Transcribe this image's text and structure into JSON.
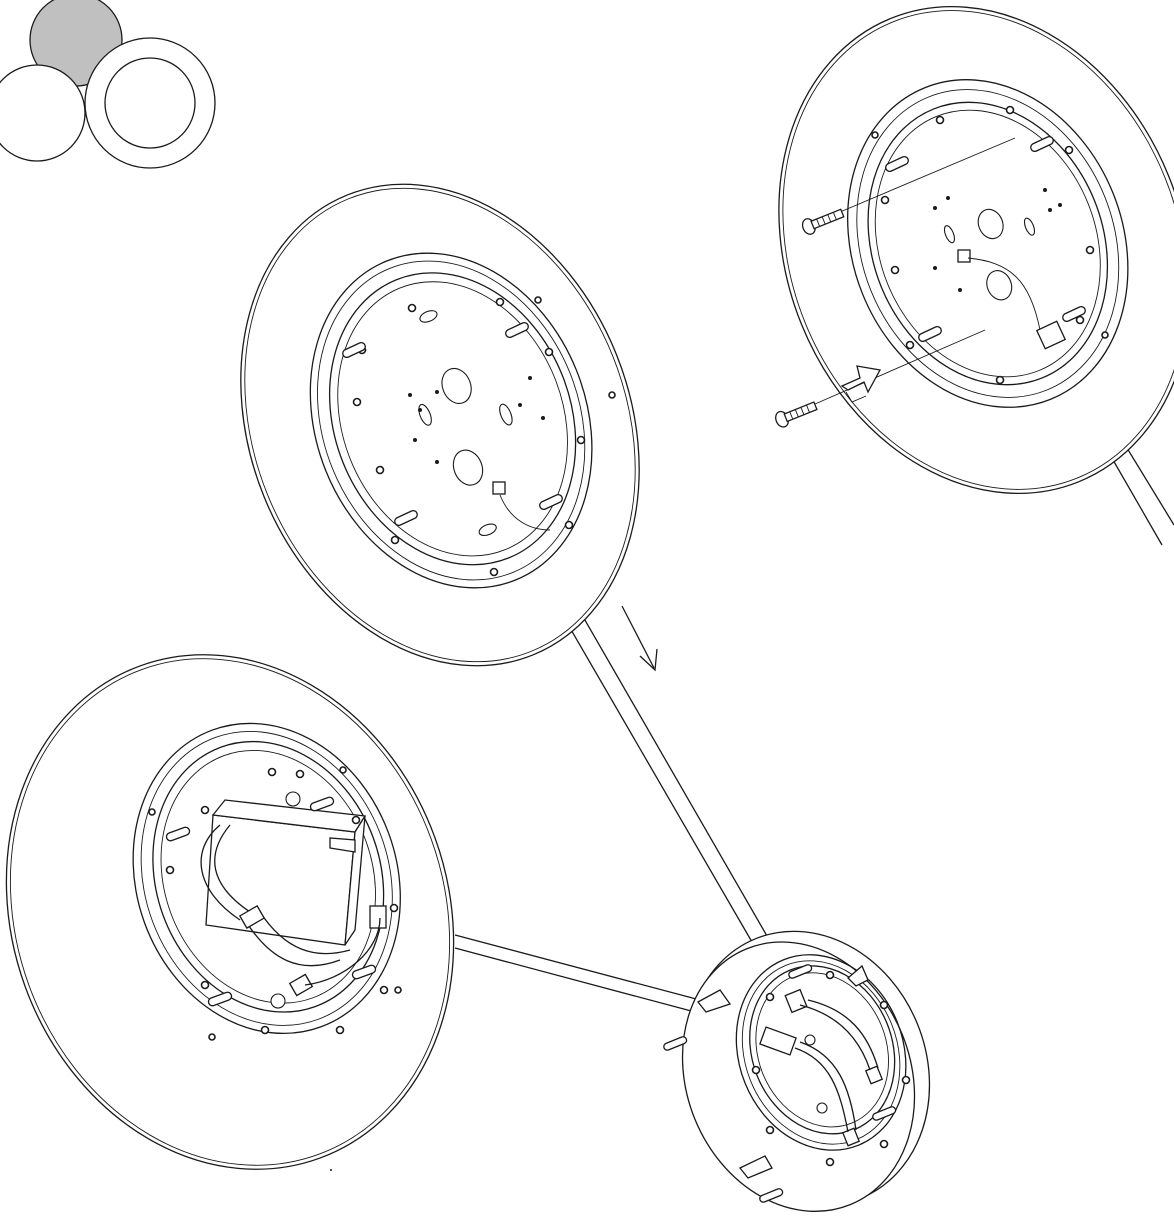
{
  "diagram": {
    "kind": "assembly-instruction",
    "style": "black line art on white",
    "colors": {
      "line": "#1a1a1a",
      "background": "#ffffff",
      "indicator_active": "#c0c0c0",
      "indicator_inactive": "#ffffff"
    },
    "step_indicator": {
      "circles": 3,
      "active_circle": "top",
      "icon": "three-circle-step-icon"
    },
    "views": [
      {
        "id": "ceiling-plate-top",
        "icon": "ceiling-plate-icon"
      },
      {
        "id": "ceiling-plate-with-screws",
        "icon": "screw-mount-icon"
      },
      {
        "id": "driver-housing-left",
        "icon": "driver-box-icon"
      },
      {
        "id": "canopy-bottom-right",
        "icon": "canopy-icon"
      }
    ],
    "arrows": [
      {
        "id": "move-down-arrow",
        "icon": "arrow-down-icon"
      },
      {
        "id": "insert-arrow",
        "icon": "outline-arrow-icon"
      }
    ]
  }
}
